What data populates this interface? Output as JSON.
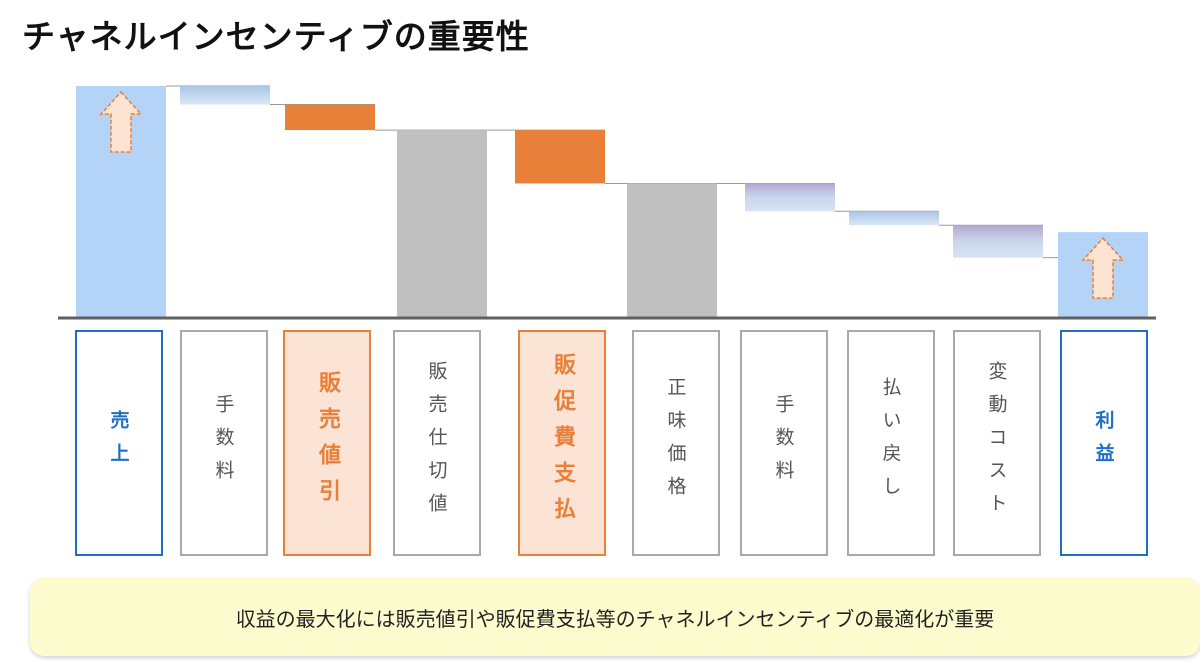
{
  "title": "チャネルインセンティブの重要性",
  "footer_text": "収益の最大化には販売値引や販促費支払等のチャネルインセンティブの最適化が重要",
  "colors": {
    "revenue": "#b3d4f7",
    "discount": "#e8803a",
    "gray": "#c0c0c0",
    "blue_border": "#1f6fc4",
    "orange_border": "#e8803a",
    "gray_border": "#a9a9a9",
    "arrow_fill": "#fde3d2",
    "arrow_stroke": "#e8803a"
  },
  "chart_data": {
    "type": "waterfall",
    "categories": [
      "売上",
      "手数料",
      "販売値引",
      "販売仕切値",
      "販促費支払",
      "正味価格",
      "手数料",
      "払い戻し",
      "変動コスト",
      "利益"
    ],
    "steps": [
      {
        "label": "売上",
        "kind": "total",
        "value": 100,
        "style": "revenue",
        "arrow": true
      },
      {
        "label": "手数料",
        "kind": "delta",
        "value": -8,
        "style": "light_blue"
      },
      {
        "label": "販売値引",
        "kind": "delta",
        "value": -11,
        "style": "discount"
      },
      {
        "label": "販売仕切値",
        "kind": "total",
        "value": 81,
        "style": "gray"
      },
      {
        "label": "販促費支払",
        "kind": "delta",
        "value": -23,
        "style": "discount"
      },
      {
        "label": "正味価格",
        "kind": "total",
        "value": 58,
        "style": "gray"
      },
      {
        "label": "手数料",
        "kind": "delta",
        "value": -12,
        "style": "purple_grad"
      },
      {
        "label": "払い戻し",
        "kind": "delta",
        "value": -6,
        "style": "light_blue"
      },
      {
        "label": "変動コスト",
        "kind": "delta",
        "value": -14,
        "style": "purple_grad"
      },
      {
        "label": "利益",
        "kind": "total",
        "value": 37,
        "style": "revenue",
        "arrow": true
      }
    ],
    "ylim": [
      0,
      100
    ]
  },
  "labels": [
    {
      "text": "売上",
      "style": "blue"
    },
    {
      "text": "手数料",
      "style": "gray"
    },
    {
      "text": "販売値引",
      "style": "orange"
    },
    {
      "text": "販売仕切値",
      "style": "gray"
    },
    {
      "text": "販促費支払",
      "style": "orange"
    },
    {
      "text": "正味価格",
      "style": "gray"
    },
    {
      "text": "手数料",
      "style": "gray"
    },
    {
      "text": "払い戻し",
      "style": "gray"
    },
    {
      "text": "変動コスト",
      "style": "gray"
    },
    {
      "text": "利益",
      "style": "blue"
    }
  ]
}
